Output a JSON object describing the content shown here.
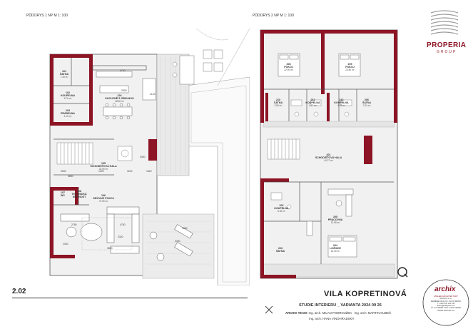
{
  "plans": {
    "floor1_label": "PŮDORYS 1 NP  M 1: 100",
    "floor2_label": "PŮDORYS 2 NP  M 1: 100"
  },
  "floor1_rooms": [
    {
      "id": "101",
      "name": "ŠATNA",
      "area": "7.30 m²"
    },
    {
      "id": "102",
      "name": "KOUPELNA",
      "area": "6.70 m²"
    },
    {
      "id": "103",
      "name": "PRÁDELNA",
      "area": "4.10 m²"
    },
    {
      "id": "104",
      "name": "KUCHYNĚ S JÍDELNOU",
      "area": "48.60 m²"
    },
    {
      "id": "105",
      "name": "SCHODIŠŤOVÁ HALA",
      "area": "32.90 m²"
    },
    {
      "id": "106",
      "name": "OBÝVACÍ POKOJ",
      "area": "72.90 m²"
    },
    {
      "id": "107",
      "name": "WC",
      "area": ""
    },
    {
      "id": "108",
      "name": "TECHNICKÁ MÍSTNOST",
      "area": ""
    }
  ],
  "floor2_rooms": [
    {
      "id": "208",
      "name": "POKOJ",
      "area": "22.90 m²"
    },
    {
      "id": "209",
      "name": "POKOJ",
      "area": "23.80 m²"
    },
    {
      "id": "210",
      "name": "ŠATNA",
      "area": "3.80 m²"
    },
    {
      "id": "211",
      "name": "KOUPELNA",
      "area": "4.17 m²"
    },
    {
      "id": "212",
      "name": "KOUPELNA",
      "area": "4.30 m²"
    },
    {
      "id": "206",
      "name": "ŠATNA",
      "area": "7.61 m²"
    },
    {
      "id": "201",
      "name": "SCHODIŠŤOVÁ HALA",
      "area": "40.27 m²"
    },
    {
      "id": "202",
      "name": "KOUPELNA",
      "area": "5.30 m²"
    },
    {
      "id": "203",
      "name": "ŠATNA",
      "area": ""
    },
    {
      "id": "205",
      "name": "PRACOVNA",
      "area": "12.55 m²"
    },
    {
      "id": "204",
      "name": "LOŽNICE",
      "area": "16.40 m²"
    }
  ],
  "dims": [
    "4750",
    "2500",
    "3050",
    "3220",
    "1200",
    "3850",
    "3400",
    "1820",
    "2120",
    "2750",
    "4750",
    "3320",
    "2300",
    "3800",
    "3400",
    "1850"
  ],
  "title_block": {
    "sheet_no": "2.02",
    "project": "VILA KOPRETINOVÁ",
    "subtitle": "STUDIE INTERIERU _ VARIANTA 2024 09 26",
    "team_label": "ARCHIX TEAM:",
    "team_line1a": "Ing. arch. MILAN PODROUŽEK",
    "team_line1b": "Ing. arch. MARTIN KUBEŠ",
    "team_line2": "Ing. arch. HANA VINOHRADSKÁ"
  },
  "brand": {
    "name": "PROPERIA",
    "sub": "GROUP",
    "accent": "#8c1424"
  },
  "archix": {
    "name": "archix",
    "tag": "ATELIER ARCHITEKTURY",
    "l1": "ARCHIX s.r.o.",
    "l2": "ZEMĚDĚLSKÁ 2b / 613 00 BRNO",
    "l3": "T: +420 543 211 211",
    "l4": "INFO@ARCHIX.CZ",
    "l5": "IČ: 27749959 / DIČ: CZ27749959",
    "l6": "WWW.ARCHIX.CZ"
  },
  "colors": {
    "wall": "#8c1424",
    "floor": "#f3f3f3",
    "line": "#777777",
    "grey": "#d9d9d9"
  }
}
